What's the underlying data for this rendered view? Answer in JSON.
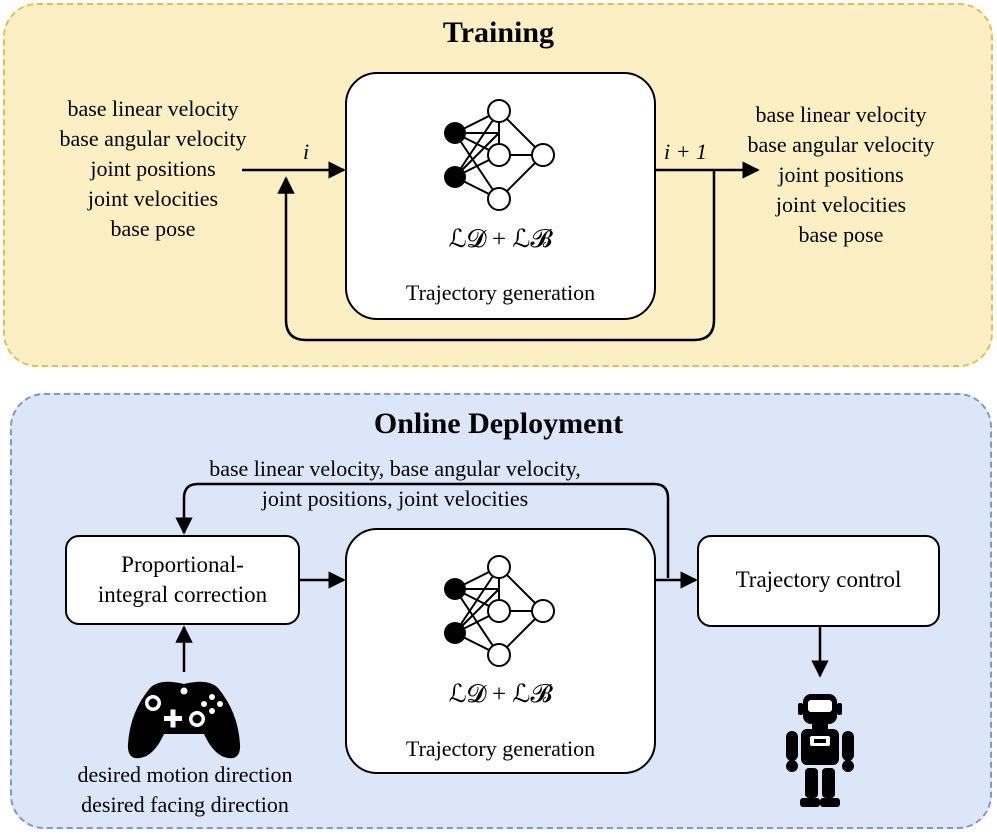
{
  "training": {
    "title": "Training",
    "inputs": [
      "base linear velocity",
      "base angular velocity",
      "joint positions",
      "joint velocities",
      "base pose"
    ],
    "outputs": [
      "base linear velocity",
      "base angular velocity",
      "joint positions",
      "joint velocities",
      "base pose"
    ],
    "step_in": "i",
    "step_out": "i + 1",
    "loss": "ℒ𝓓 + ℒ𝓑",
    "block_label": "Trajectory generation"
  },
  "online": {
    "title": "Online Deployment",
    "feedback_line1": "base linear velocity, base angular velocity,",
    "feedback_line2": "joint positions, joint velocities",
    "correction_line1": "Proportional-",
    "correction_line2": "integral correction",
    "loss": "ℒ𝓓 + ℒ𝓑",
    "block_label": "Trajectory generation",
    "control_label": "Trajectory control",
    "command_line1": "desired motion direction",
    "command_line2": "desired facing direction"
  },
  "icons": [
    "neural-network-icon",
    "gamepad-icon",
    "robot-icon"
  ]
}
